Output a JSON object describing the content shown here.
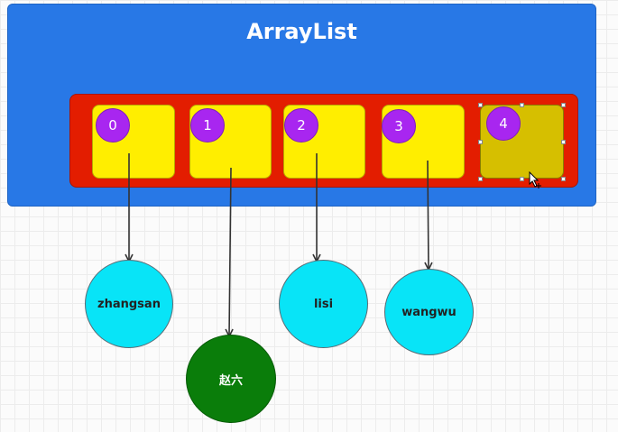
{
  "diagram": {
    "title": "ArrayList",
    "cells": [
      {
        "index": "0"
      },
      {
        "index": "1"
      },
      {
        "index": "2"
      },
      {
        "index": "3"
      },
      {
        "index": "4"
      }
    ],
    "nodes": [
      {
        "label": "zhangsan"
      },
      {
        "label": "赵六"
      },
      {
        "label": "lisi"
      },
      {
        "label": "wangwu"
      }
    ],
    "colors": {
      "container": "#2878e6",
      "array_bar": "#e31d00",
      "cell": "#ffee00",
      "cell_selected": "#d6bf00",
      "index_badge": "#a826f0",
      "node_cyan": "#08e4f7",
      "node_green": "#0a7d0a",
      "arrow": "#333333"
    }
  }
}
